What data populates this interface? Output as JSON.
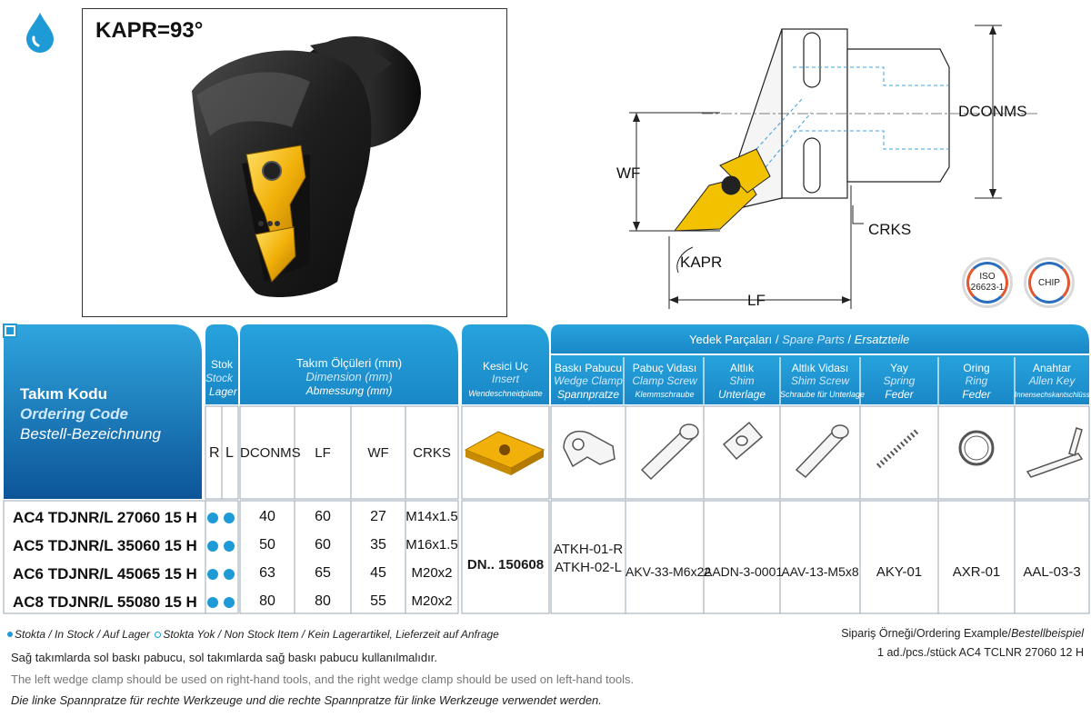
{
  "kapr_title": "KAPR=93°",
  "dimension_labels": {
    "dconms": "DCONMS",
    "wf": "WF",
    "crks": "CRKS",
    "kapr": "KAPR",
    "lf": "LF"
  },
  "badges": {
    "iso_line1": "ISO",
    "iso_line2": "26623-1",
    "chip": "CHIP"
  },
  "table": {
    "ordering_code": {
      "tr": "Takım Kodu",
      "en": "Ordering Code",
      "de": "Bestell-Bezeichnung"
    },
    "stock": {
      "tr": "Stok",
      "en": "Stock",
      "de": "Lager",
      "r": "R",
      "l": "L"
    },
    "dimension": {
      "tr": "Takım Ölçüleri (mm)",
      "en": "Dimension (mm)",
      "de": "Abmessung (mm)"
    },
    "columns": [
      "DCONMS",
      "LF",
      "WF",
      "CRKS"
    ],
    "insert": {
      "tr": "Kesici Uç",
      "en": "Insert",
      "de": "Wendeschneidplatte",
      "code": "DN.. 150608"
    },
    "spare_parts": {
      "tr": "Yedek Parçaları",
      "en": "Spare Parts",
      "de": "Ersatzteile",
      "sep": "/"
    },
    "spare_columns": [
      {
        "tr": "Baskı Pabucu",
        "en": "Wedge Clamp",
        "de": "Spannpratze"
      },
      {
        "tr": "Pabuç Vidası",
        "en": "Clamp Screw",
        "de": "Klemmschraube"
      },
      {
        "tr": "Altlık",
        "en": "Shim",
        "de": "Unterlage"
      },
      {
        "tr": "Altlık Vidası",
        "en": "Shim Screw",
        "de": "Schraube für Unterlage"
      },
      {
        "tr": "Yay",
        "en": "Spring",
        "de": "Feder"
      },
      {
        "tr": "Oring",
        "en": "Ring",
        "de": "Feder"
      },
      {
        "tr": "Anahtar",
        "en": "Allen Key",
        "de": "Innensechskantschlüssel"
      }
    ],
    "rows": [
      {
        "code": "AC4 TDJNR/L 27060 15 H",
        "dconms": "40",
        "lf": "60",
        "wf": "27",
        "crks": "M14x1.5"
      },
      {
        "code": "AC5 TDJNR/L 35060 15 H",
        "dconms": "50",
        "lf": "60",
        "wf": "35",
        "crks": "M16x1.5"
      },
      {
        "code": "AC6 TDJNR/L 45065 15 H",
        "dconms": "63",
        "lf": "65",
        "wf": "45",
        "crks": "M20x2"
      },
      {
        "code": "AC8 TDJNR/L 55080 15 H",
        "dconms": "80",
        "lf": "80",
        "wf": "55",
        "crks": "M20x2"
      }
    ],
    "spare_values": {
      "wedge_clamp_1": "ATKH-01-R",
      "wedge_clamp_2": "ATKH-02-L",
      "clamp_screw": "AKV-33-M6x22",
      "shim": "AADN-3-0001",
      "shim_screw": "AAV-13-M5x8",
      "spring": "AKY-01",
      "ring": "AXR-01",
      "allen_key": "AAL-03-3"
    }
  },
  "footer": {
    "legend_in_stock": "Stokta / In Stock / Auf Lager",
    "legend_non_stock": "Stokta Yok / Non Stock Item / Kein Lagerartikel, Lieferzeit auf Anfrage",
    "ordering_example_label_a": "Sipariş Örneği/Ordering Example/",
    "ordering_example_label_b": "Bestellbeispiel",
    "ordering_example_value": "1 ad./pcs./stück AC4 TCLNR 27060 12 H",
    "note_tr": "Sağ takımlarda sol baskı pabucu, sol takımlarda sağ baskı pabucu kullanılmalıdır.",
    "note_en": "The left wedge clamp should be used on right-hand tools, and the right wedge clamp should be used on left-hand tools.",
    "note_de": "Die linke Spannpratze für rechte Werkzeuge und die rechte Spannpratze für linke Werkzeuge verwendet werden."
  },
  "colors": {
    "header_blue": "#1e9ad6",
    "header_dark": "#0a4a8a",
    "stock_dot": "#1e9ad6",
    "insert_yellow": "#f2b10a"
  }
}
